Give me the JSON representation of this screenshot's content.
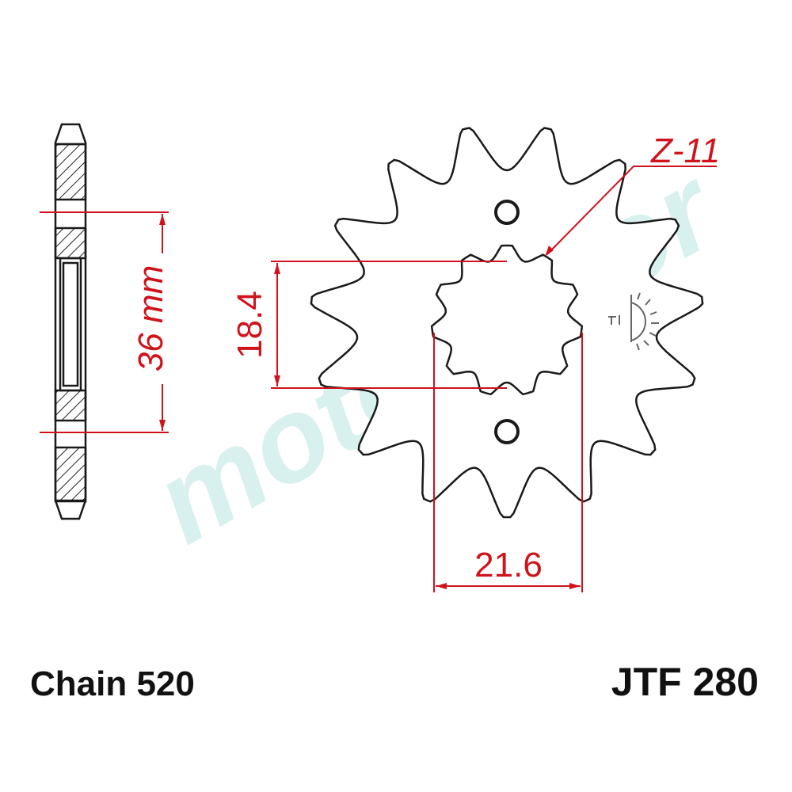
{
  "labels": {
    "chain": "Chain 520",
    "part_number": "JTF 280",
    "hub_diameter": "36 mm",
    "spline_diameter": "18.4",
    "spline_width": "21.6",
    "spline_count": "Z-11"
  },
  "watermark": "moto2door",
  "colors": {
    "outline": "#1a1a1a",
    "dimension": "#d0121b",
    "watermark_left": "#d6f1ee",
    "watermark_right": "#d9d9d9"
  },
  "sprocket": {
    "teeth": 15,
    "splines": 11
  }
}
